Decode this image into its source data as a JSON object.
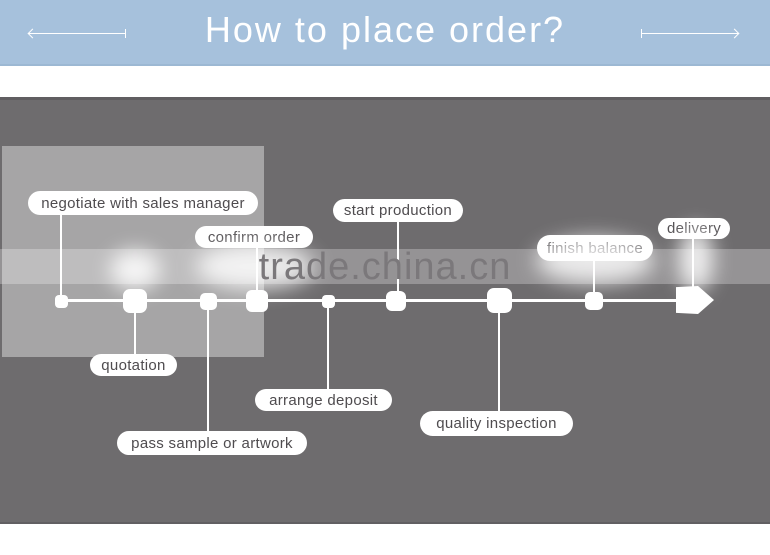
{
  "header": {
    "title": "How to place order?"
  },
  "watermark": {
    "text": "trade.china.cn"
  },
  "timeline": {
    "steps": [
      {
        "label": "negotiate with sales manager",
        "side": "top"
      },
      {
        "label": "quotation",
        "side": "bottom"
      },
      {
        "label": "pass sample or artwork",
        "side": "bottom"
      },
      {
        "label": "confirm order",
        "side": "top"
      },
      {
        "label": "arrange deposit",
        "side": "bottom"
      },
      {
        "label": "start production",
        "side": "top"
      },
      {
        "label": "quality inspection",
        "side": "bottom"
      },
      {
        "label": "finish balance",
        "side": "top"
      },
      {
        "label": "delivery",
        "side": "top"
      }
    ]
  },
  "colors": {
    "header_bg": "#a6c1dc",
    "canvas_bg": "#6e6c6e",
    "pill_bg": "#ffffff",
    "pill_text": "#4f4c4f",
    "watermark_text": "#7b787b",
    "title_text": "#ffffff"
  }
}
